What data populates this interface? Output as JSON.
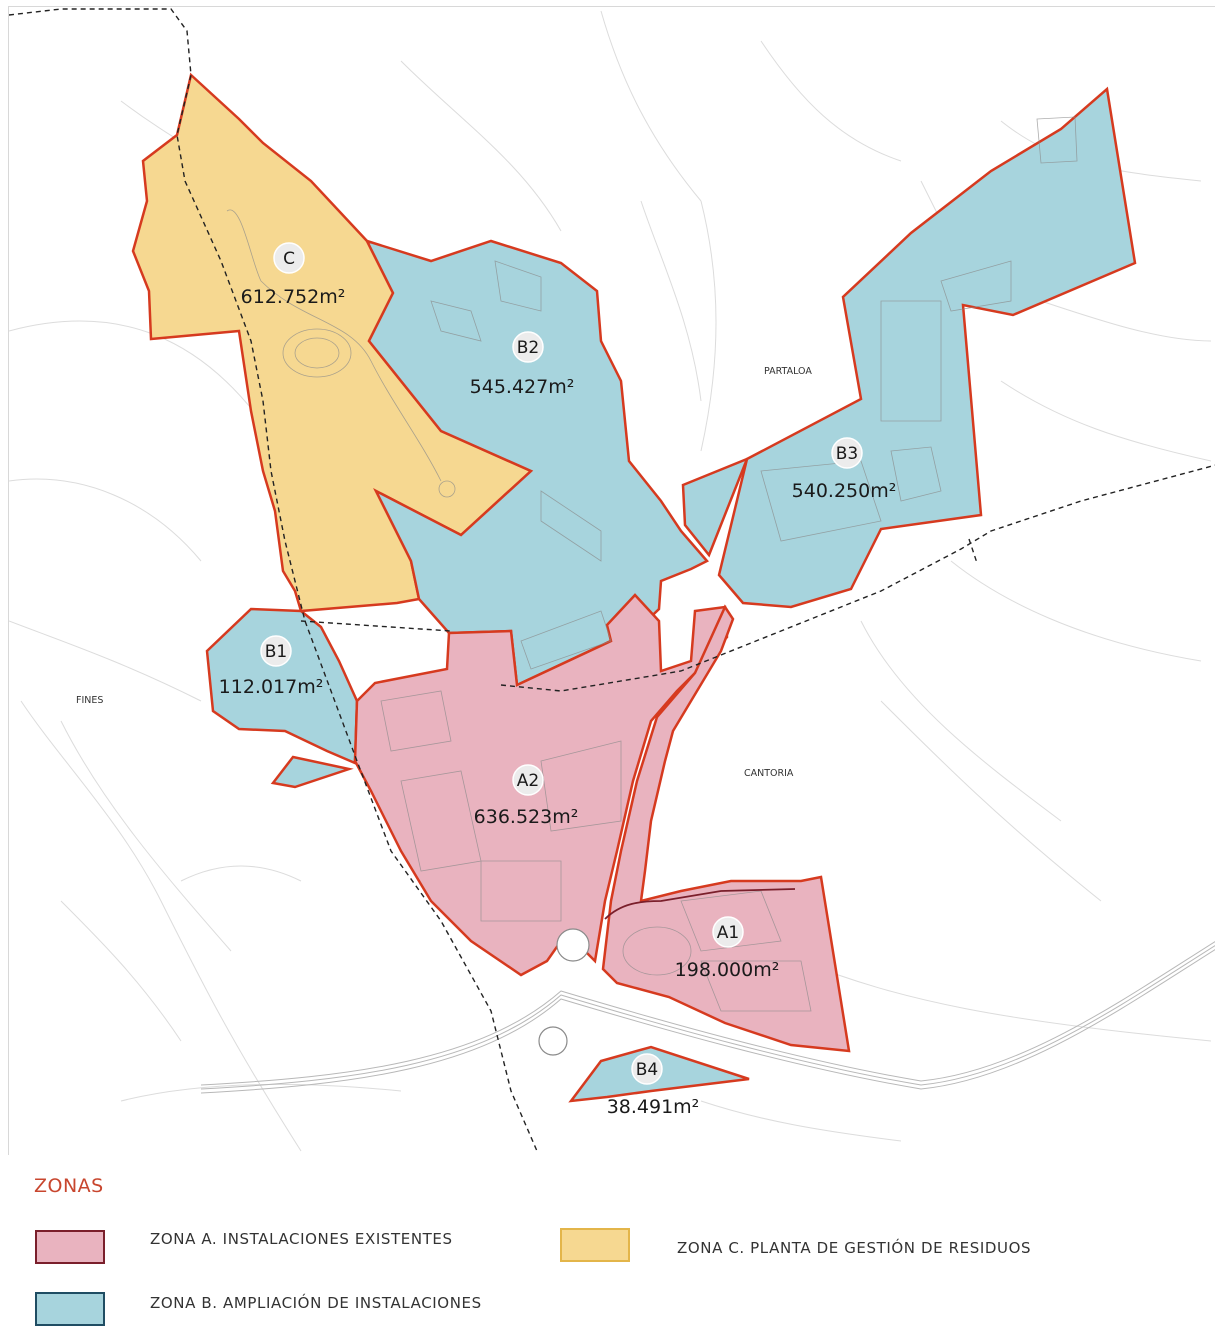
{
  "colors": {
    "zone_a_fill": "#e9b3bf",
    "zone_b_fill": "#a7d4dd",
    "zone_c_fill": "#f6d891",
    "boundary_red": "#d63a1f",
    "zone_a_border": "#7a1f2b",
    "zone_b_border": "#1f4d63",
    "zone_c_border": "#e3b54a",
    "legend_title": "#c8462e"
  },
  "zones": [
    {
      "id": "C",
      "area": "612.752m²"
    },
    {
      "id": "B2",
      "area": "545.427m²"
    },
    {
      "id": "B3",
      "area": "540.250m²"
    },
    {
      "id": "B1",
      "area": "112.017m²"
    },
    {
      "id": "A2",
      "area": "636.523m²"
    },
    {
      "id": "A1",
      "area": "198.000m²"
    },
    {
      "id": "B4",
      "area": "38.491m²"
    }
  ],
  "places": [
    "PARTALOA",
    "FINES",
    "CANTORIA"
  ],
  "legend": {
    "title": "ZONAS",
    "zone_a": "ZONA A. INSTALACIONES EXISTENTES",
    "zone_b": "ZONA B. AMPLIACIÓN DE INSTALACIONES",
    "zone_c": "ZONA C. PLANTA DE GESTIÓN DE RESIDUOS"
  }
}
